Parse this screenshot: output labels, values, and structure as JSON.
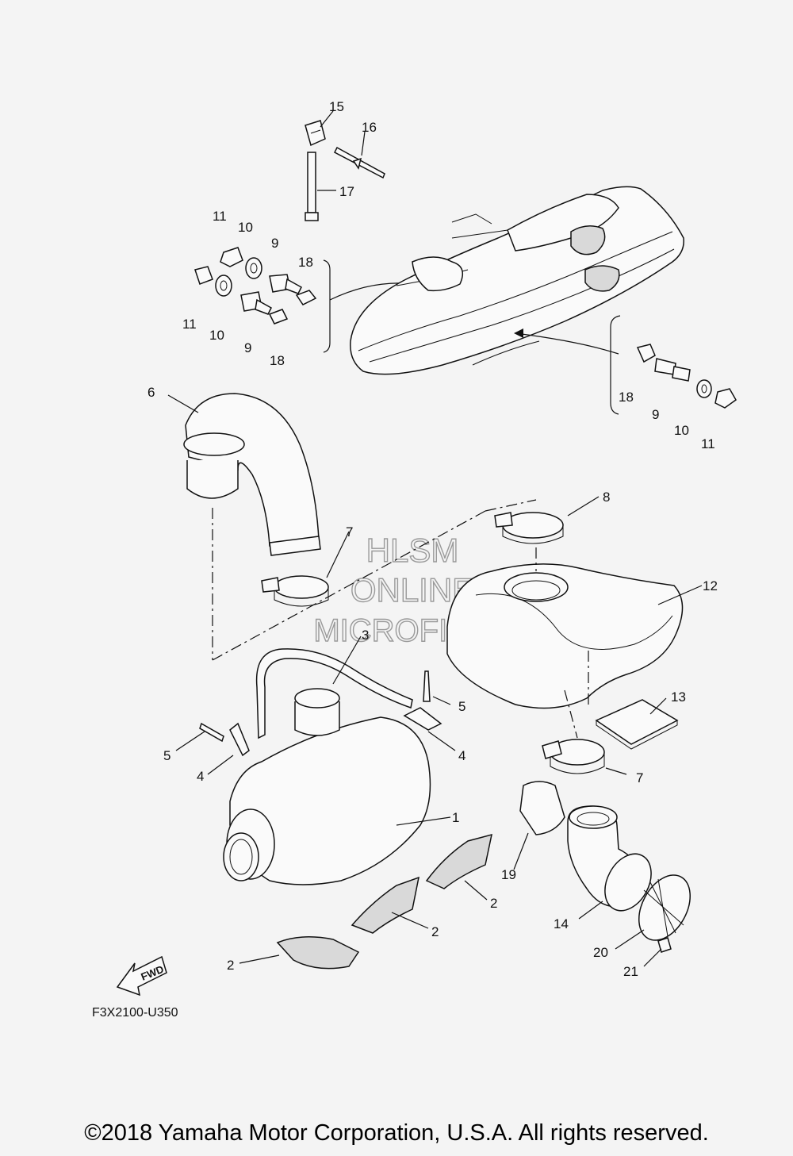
{
  "diagram": {
    "code": "F3X2100-U350",
    "copyright": "©2018 Yamaha Motor Corporation, U.S.A. All rights reserved.",
    "fwd_label": "FWD",
    "watermark": [
      "HLSM",
      "ONLINE",
      "MICROFICHE"
    ],
    "part_labels": [
      {
        "id": "c1",
        "text": "15"
      },
      {
        "id": "c2",
        "text": "16"
      },
      {
        "id": "c3",
        "text": "17"
      },
      {
        "id": "c4",
        "text": "11"
      },
      {
        "id": "c5",
        "text": "10"
      },
      {
        "id": "c6",
        "text": "9"
      },
      {
        "id": "c7",
        "text": "18"
      },
      {
        "id": "c8",
        "text": "11"
      },
      {
        "id": "c9",
        "text": "10"
      },
      {
        "id": "c10",
        "text": "9"
      },
      {
        "id": "c11",
        "text": "18"
      },
      {
        "id": "c12",
        "text": "6"
      },
      {
        "id": "c13",
        "text": "18"
      },
      {
        "id": "c14",
        "text": "9"
      },
      {
        "id": "c15",
        "text": "10"
      },
      {
        "id": "c16",
        "text": "11"
      },
      {
        "id": "c17",
        "text": "8"
      },
      {
        "id": "c18",
        "text": "7"
      },
      {
        "id": "c19",
        "text": "12"
      },
      {
        "id": "c20",
        "text": "3"
      },
      {
        "id": "c21",
        "text": "5"
      },
      {
        "id": "c22",
        "text": "13"
      },
      {
        "id": "c23",
        "text": "5"
      },
      {
        "id": "c24",
        "text": "4"
      },
      {
        "id": "c25",
        "text": "4"
      },
      {
        "id": "c26",
        "text": "7"
      },
      {
        "id": "c27",
        "text": "1"
      },
      {
        "id": "c28",
        "text": "19"
      },
      {
        "id": "c29",
        "text": "2"
      },
      {
        "id": "c30",
        "text": "2"
      },
      {
        "id": "c31",
        "text": "14"
      },
      {
        "id": "c32",
        "text": "20"
      },
      {
        "id": "c33",
        "text": "2"
      },
      {
        "id": "c34",
        "text": "21"
      }
    ]
  }
}
